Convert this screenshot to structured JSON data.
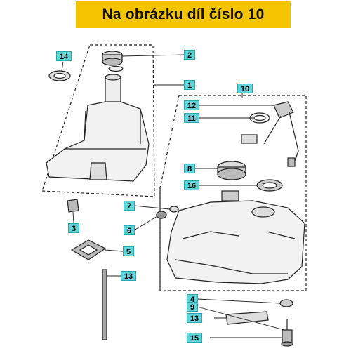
{
  "header": {
    "title": "Na obrázku díl číslo 10"
  },
  "callouts": {
    "c14": "14",
    "c2": "2",
    "c1": "1",
    "c10": "10",
    "c12": "12",
    "c11": "11",
    "c8": "8",
    "c16": "16",
    "c7": "7",
    "c3": "3",
    "c6": "6",
    "c5": "5",
    "c13a": "13",
    "c4": "4",
    "c9": "9",
    "c13b": "13",
    "c15": "15"
  },
  "colors": {
    "banner": "#f5c400",
    "callout": "#5fd3d8",
    "ink": "#222222"
  }
}
